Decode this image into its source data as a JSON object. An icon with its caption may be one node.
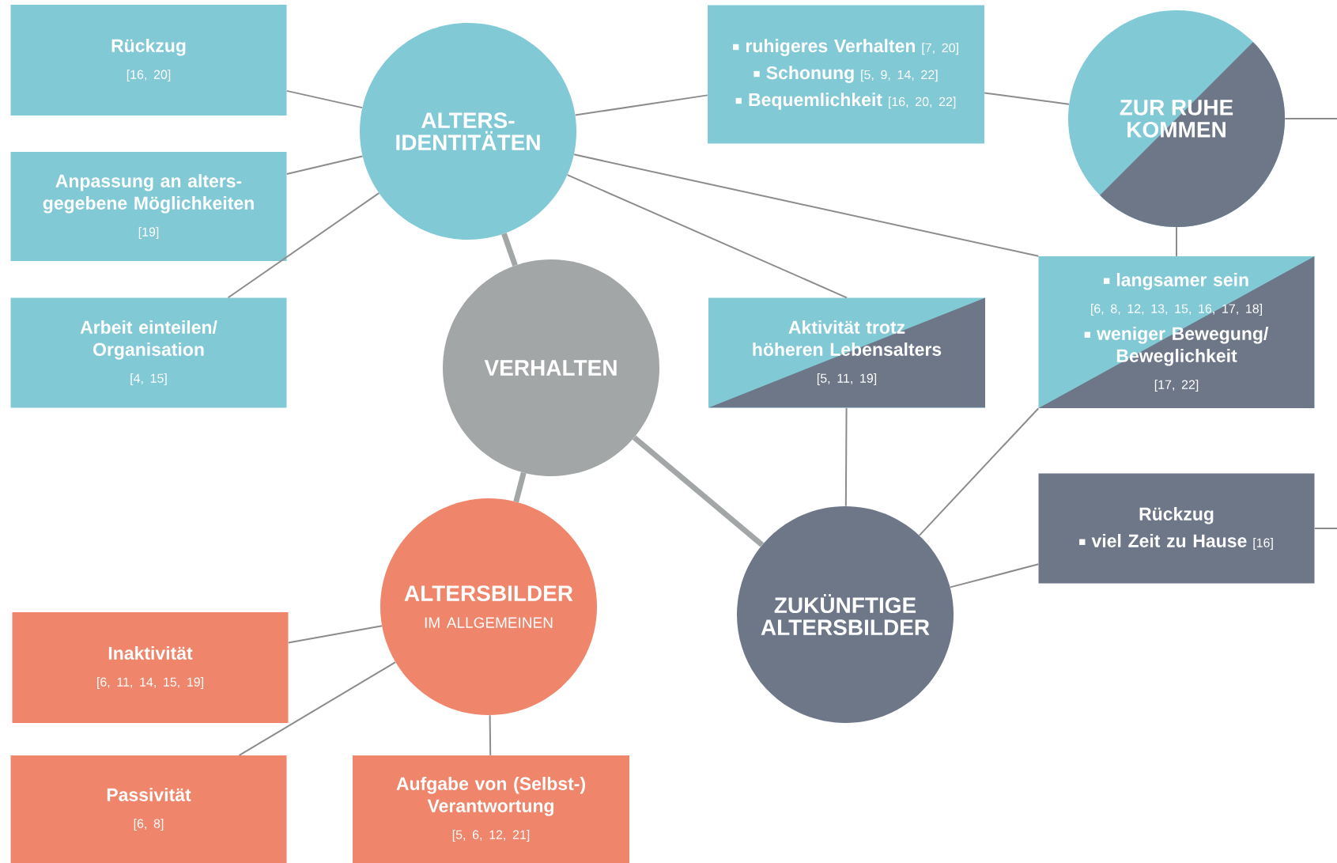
{
  "diagram": {
    "nodes": [
      {
        "text": [
          "ALTERS- IDENTITÄTEN"
        ]
      },
      {
        "text": [
          "Rückzug",
          "[16, 20]"
        ]
      },
      {
        "text": [
          "Anpassung an alters- gegebene Möglichkeiten",
          "[19]"
        ]
      },
      {
        "text": [
          "Arbeit einteilen/ Organisation",
          "[4, 15]"
        ]
      },
      {
        "text": [
          "ruhigeres Verhalten",
          "[7, 20]",
          "Schonung",
          "[5, 9, 14, 22]",
          "Bequemlichkeit",
          "[16, 20, 22]"
        ]
      },
      {
        "text": [
          "ZUR RUHE KOMMEN"
        ]
      },
      {
        "text": [
          "langsamer sein",
          "[6, 8, 12, 13, 15, 16, 17, 18]",
          "weniger Bewegung/ Beweglichkeit",
          "[17, 22]"
        ]
      },
      {
        "text": [
          "VERHALTEN"
        ]
      },
      {
        "text": [
          "Aktivität trotz höheren Lebensalters",
          "[5, 11, 19]"
        ]
      },
      {
        "text": [
          "ZUKÜNFTIGE ALTERSBILDER"
        ]
      },
      {
        "text": [
          "Rückzug",
          "viel Zeit zu Hause",
          "[16]"
        ]
      },
      {
        "text": [
          "ALTERSBILDER",
          "IM ALLGEMEINEN"
        ]
      },
      {
        "text": [
          "Inaktivität",
          "[6, 11, 14, 15, 19]"
        ]
      },
      {
        "text": [
          "Passivität",
          "[6, 8]"
        ]
      },
      {
        "text": [
          "Aufgabe von (Selbst-) Verantwortung",
          "[5, 6, 12, 21]"
        ]
      }
    ],
    "edges": [
      {
        "from": 0,
        "to": 1,
        "arrow": "none"
      },
      {
        "from": 0,
        "to": 2,
        "arrow": "none"
      },
      {
        "from": 0,
        "to": 3,
        "arrow": "none"
      },
      {
        "from": 0,
        "to": 4,
        "arrow": "none"
      },
      {
        "from": 0,
        "to": 8,
        "arrow": "none"
      },
      {
        "from": 0,
        "to": 6,
        "arrow": "none"
      },
      {
        "from": 4,
        "to": 5,
        "arrow": "none"
      },
      {
        "from": 5,
        "to": null,
        "arrow": "none"
      },
      {
        "from": 5,
        "to": 6,
        "arrow": "none"
      },
      {
        "from": 0,
        "to": 7,
        "arrow": "none",
        "style": "thick"
      },
      {
        "from": 7,
        "to": 9,
        "arrow": "none",
        "style": "thick"
      },
      {
        "from": 7,
        "to": 11,
        "arrow": "none",
        "style": "thick"
      },
      {
        "from": 8,
        "to": 9,
        "arrow": "none"
      },
      {
        "from": 9,
        "to": 6,
        "arrow": "none"
      },
      {
        "from": 9,
        "to": 10,
        "arrow": "none"
      },
      {
        "from": 10,
        "to": null,
        "arrow": "none"
      },
      {
        "from": 11,
        "to": 12,
        "arrow": "none"
      },
      {
        "from": 11,
        "to": 13,
        "arrow": "none"
      },
      {
        "from": 11,
        "to": 14,
        "arrow": "none"
      }
    ]
  }
}
